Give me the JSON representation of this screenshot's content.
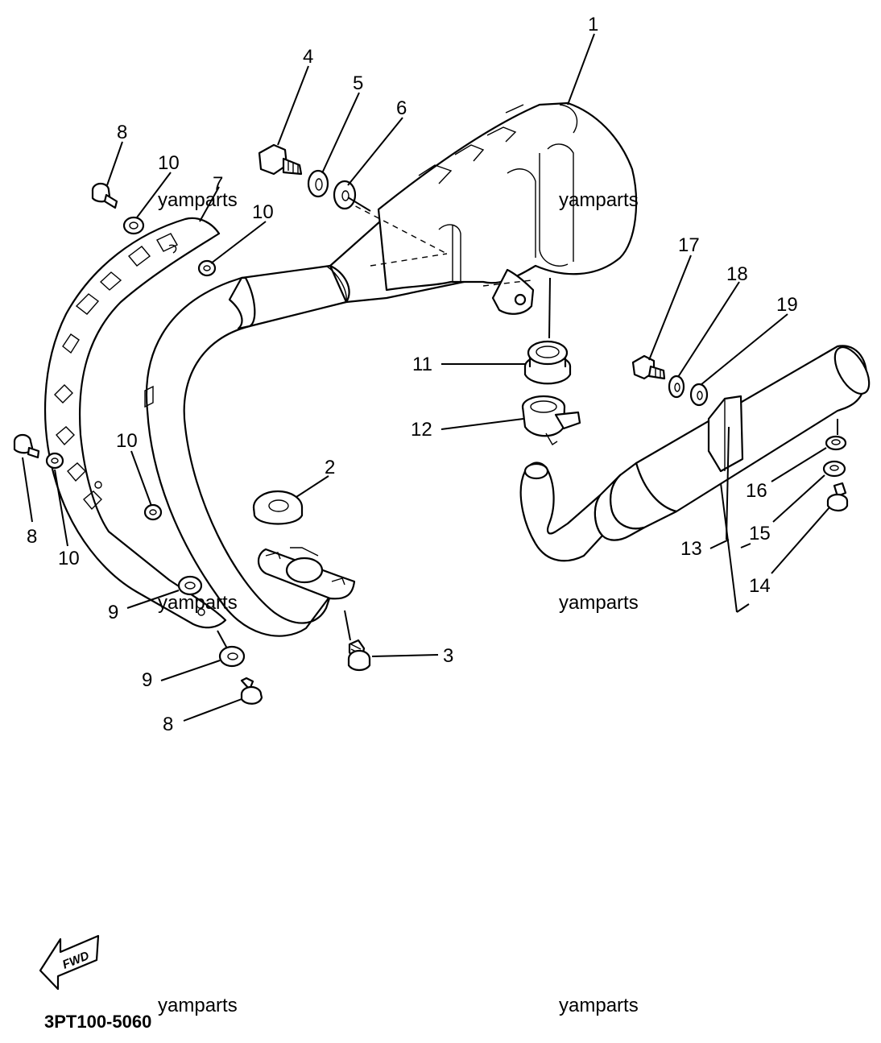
{
  "diagram": {
    "code": "3PT100-5060",
    "direction_label": "FWD",
    "watermarks": [
      "yamparts",
      "yamparts",
      "yamparts",
      "yamparts",
      "yamparts"
    ],
    "callouts": [
      {
        "id": "c1",
        "text": "1"
      },
      {
        "id": "c2",
        "text": "2"
      },
      {
        "id": "c3",
        "text": "3"
      },
      {
        "id": "c4",
        "text": "4"
      },
      {
        "id": "c5",
        "text": "5"
      },
      {
        "id": "c6",
        "text": "6"
      },
      {
        "id": "c7",
        "text": "7"
      },
      {
        "id": "c8a",
        "text": "8"
      },
      {
        "id": "c8b",
        "text": "8"
      },
      {
        "id": "c8c",
        "text": "8"
      },
      {
        "id": "c9a",
        "text": "9"
      },
      {
        "id": "c9b",
        "text": "9"
      },
      {
        "id": "c10a",
        "text": "10"
      },
      {
        "id": "c10b",
        "text": "10"
      },
      {
        "id": "c10c",
        "text": "10"
      },
      {
        "id": "c10d",
        "text": "10"
      },
      {
        "id": "c11",
        "text": "11"
      },
      {
        "id": "c12",
        "text": "12"
      },
      {
        "id": "c13",
        "text": "13"
      },
      {
        "id": "c14",
        "text": "14"
      },
      {
        "id": "c15",
        "text": "15"
      },
      {
        "id": "c16",
        "text": "16"
      },
      {
        "id": "c17",
        "text": "17"
      },
      {
        "id": "c18",
        "text": "18"
      },
      {
        "id": "c19",
        "text": "19"
      }
    ]
  }
}
